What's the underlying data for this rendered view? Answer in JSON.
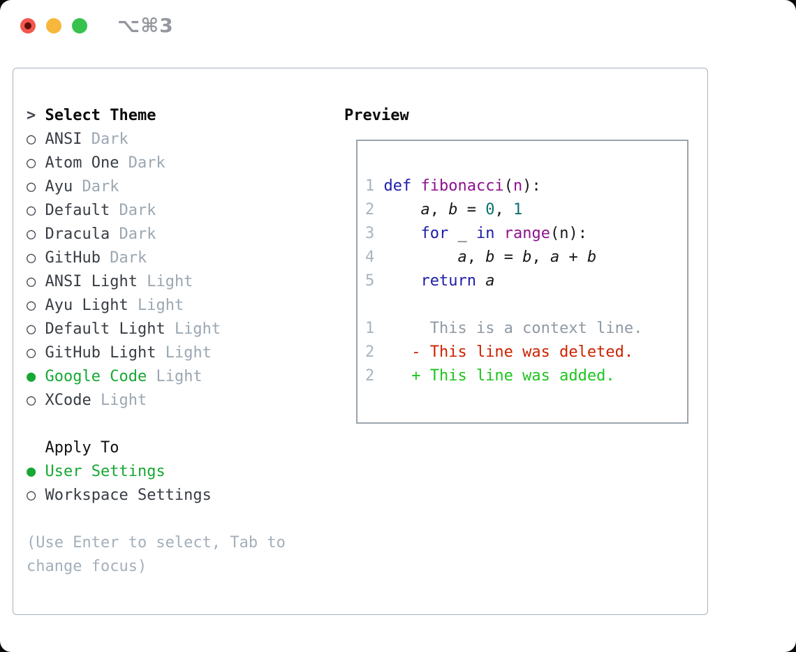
{
  "window": {
    "title": "⌥⌘3",
    "traffic_lights": [
      {
        "name": "close"
      },
      {
        "name": "minimize"
      },
      {
        "name": "zoom"
      }
    ]
  },
  "markers": {
    "focus": ">",
    "selected": "●",
    "unselected": "○"
  },
  "theme_picker": {
    "header": "Select Theme",
    "items": [
      {
        "name": "ANSI",
        "variant": "Dark",
        "selected": false
      },
      {
        "name": "Atom One",
        "variant": "Dark",
        "selected": false
      },
      {
        "name": "Ayu",
        "variant": "Dark",
        "selected": false
      },
      {
        "name": "Default",
        "variant": "Dark",
        "selected": false
      },
      {
        "name": "Dracula",
        "variant": "Dark",
        "selected": false
      },
      {
        "name": "GitHub",
        "variant": "Dark",
        "selected": false
      },
      {
        "name": "ANSI Light",
        "variant": "Light",
        "selected": false
      },
      {
        "name": "Ayu Light",
        "variant": "Light",
        "selected": false
      },
      {
        "name": "Default Light",
        "variant": "Light",
        "selected": false
      },
      {
        "name": "GitHub Light",
        "variant": "Light",
        "selected": false
      },
      {
        "name": "Google Code",
        "variant": "Light",
        "selected": true
      },
      {
        "name": "XCode",
        "variant": "Light",
        "selected": false
      }
    ]
  },
  "apply_to": {
    "header": "Apply To",
    "options": [
      {
        "label": "User Settings",
        "selected": true
      },
      {
        "label": "Workspace Settings",
        "selected": false
      }
    ]
  },
  "help_text": {
    "line1": "(Use Enter to select, Tab to",
    "line2": "change focus)"
  },
  "preview": {
    "header": "Preview",
    "lines": [
      {
        "num": "1",
        "tokens": [
          [
            "pl",
            " "
          ],
          [
            "kw",
            "def"
          ],
          [
            "pl",
            " "
          ],
          [
            "fn",
            "fibonacci"
          ],
          [
            "pl",
            "("
          ],
          [
            "fn",
            "n"
          ],
          [
            "pl",
            "):"
          ]
        ]
      },
      {
        "num": "2",
        "tokens": [
          [
            "pl",
            "     "
          ],
          [
            "id",
            "a"
          ],
          [
            "pl",
            ", "
          ],
          [
            "id",
            "b"
          ],
          [
            "pl",
            " = "
          ],
          [
            "num",
            "0"
          ],
          [
            "pl",
            ", "
          ],
          [
            "num",
            "1"
          ]
        ]
      },
      {
        "num": "3",
        "tokens": [
          [
            "pl",
            "     "
          ],
          [
            "kw",
            "for"
          ],
          [
            "pl",
            " _ "
          ],
          [
            "kw",
            "in"
          ],
          [
            "pl",
            " "
          ],
          [
            "fn",
            "range"
          ],
          [
            "pl",
            "(n):"
          ]
        ]
      },
      {
        "num": "4",
        "tokens": [
          [
            "pl",
            "         "
          ],
          [
            "id",
            "a"
          ],
          [
            "pl",
            ", "
          ],
          [
            "id",
            "b"
          ],
          [
            "pl",
            " = "
          ],
          [
            "id",
            "b"
          ],
          [
            "pl",
            ", "
          ],
          [
            "id",
            "a"
          ],
          [
            "pl",
            " + "
          ],
          [
            "id",
            "b"
          ]
        ]
      },
      {
        "num": "5",
        "tokens": [
          [
            "pl",
            "     "
          ],
          [
            "kw",
            "return"
          ],
          [
            "pl",
            " "
          ],
          [
            "id",
            "a"
          ]
        ]
      },
      {
        "num": "",
        "tokens": []
      },
      {
        "num": "1",
        "tokens": [
          [
            "ctx",
            "      This is a context line."
          ]
        ]
      },
      {
        "num": "2",
        "tokens": [
          [
            "del",
            "    - This line was deleted."
          ]
        ]
      },
      {
        "num": "2",
        "tokens": [
          [
            "add",
            "    + This line was added."
          ]
        ]
      }
    ]
  },
  "colors": {
    "accent_green": "#17a833",
    "keyword_blue": "#1d1da8",
    "function_purple": "#8d128d",
    "number_teal": "#0c7070",
    "context_gray": "#8f9aa5",
    "deleted_red": "#cc2200",
    "added_green": "#1ec41e",
    "traffic_red": "#f2564d",
    "traffic_yellow": "#f6b73c",
    "traffic_green": "#37c24e"
  }
}
